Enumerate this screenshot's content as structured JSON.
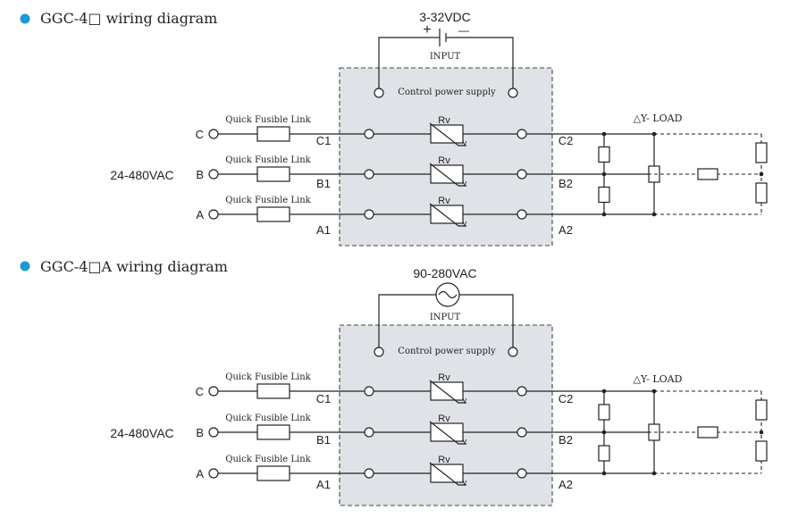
{
  "colors": {
    "bullet": "#1a9ad6",
    "module_fill": "#dfe3e8",
    "line": "#222222"
  },
  "sections": [
    {
      "title": "GGC-4□ wiring diagram",
      "supply_voltage": "3-32VDC",
      "supply_type": "dc",
      "plus": "+",
      "minus": "—",
      "input_label": "INPUT",
      "control_label": "Control power supply",
      "mains_voltage": "24-480VAC",
      "load_label": "△Y- LOAD",
      "phases": [
        {
          "name": "C",
          "in": "C1",
          "out": "C2",
          "fuse": "Quick Fusible Link",
          "rv": "Rv",
          "v": "v"
        },
        {
          "name": "B",
          "in": "B1",
          "out": "B2",
          "fuse": "Quick Fusible Link",
          "rv": "Rv",
          "v": "v"
        },
        {
          "name": "A",
          "in": "A1",
          "out": "A2",
          "fuse": "Quick Fusible Link",
          "rv": "Rv",
          "v": "v"
        }
      ]
    },
    {
      "title": "GGC-4□A wiring diagram",
      "supply_voltage": "90-280VAC",
      "supply_type": "ac",
      "input_label": "INPUT",
      "control_label": "Control power supply",
      "mains_voltage": "24-480VAC",
      "load_label": "△Y- LOAD",
      "phases": [
        {
          "name": "C",
          "in": "C1",
          "out": "C2",
          "fuse": "Quick Fusible Link",
          "rv": "Rv",
          "v": "v"
        },
        {
          "name": "B",
          "in": "B1",
          "out": "B2",
          "fuse": "Quick Fusible Link",
          "rv": "Rv",
          "v": "v"
        },
        {
          "name": "A",
          "in": "A1",
          "out": "A2",
          "fuse": "Quick Fusible Link",
          "rv": "Rv",
          "v": "v"
        }
      ]
    }
  ]
}
